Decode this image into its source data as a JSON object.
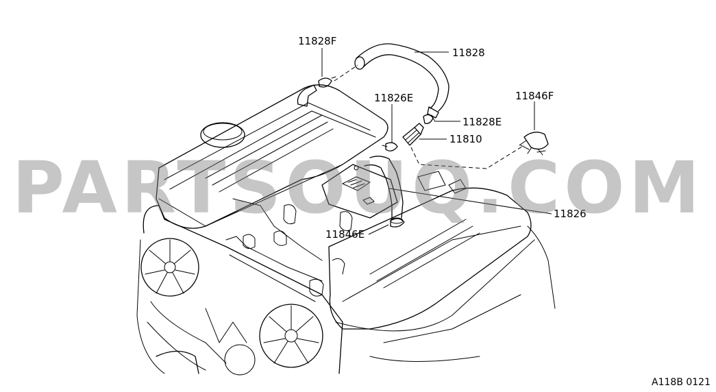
{
  "callouts": {
    "c11828f": "11828F",
    "c11828": "11828",
    "c11826e": "11826E",
    "c11828e": "11828E",
    "c11846f": "11846F",
    "c11810": "11810",
    "c11826": "11826",
    "c11846e": "11846E"
  },
  "watermark": "PARTSOUQ.COM",
  "drawing_code": "A118B 0121",
  "colors": {
    "ink": "#000000",
    "watermark": "#787878",
    "background": "#ffffff"
  }
}
